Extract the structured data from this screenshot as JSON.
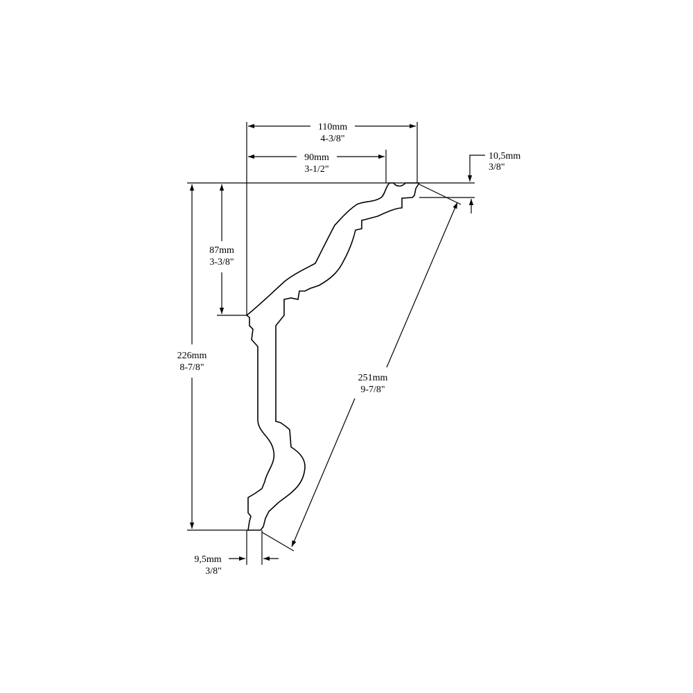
{
  "dimensions": {
    "top_overall": {
      "metric": "110mm",
      "imperial": "4-3/8\""
    },
    "top_projection": {
      "metric": "90mm",
      "imperial": "3-1/2\""
    },
    "top_right_thickness": {
      "metric": "10,5mm",
      "imperial": "3/8\""
    },
    "left_upper_height": {
      "metric": "87mm",
      "imperial": "3-3/8\""
    },
    "left_total_height": {
      "metric": "226mm",
      "imperial": "8-7/8\""
    },
    "diagonal_face": {
      "metric": "251mm",
      "imperial": "9-7/8\""
    },
    "bottom_thickness": {
      "metric": "9,5mm",
      "imperial": "3/8\""
    }
  }
}
